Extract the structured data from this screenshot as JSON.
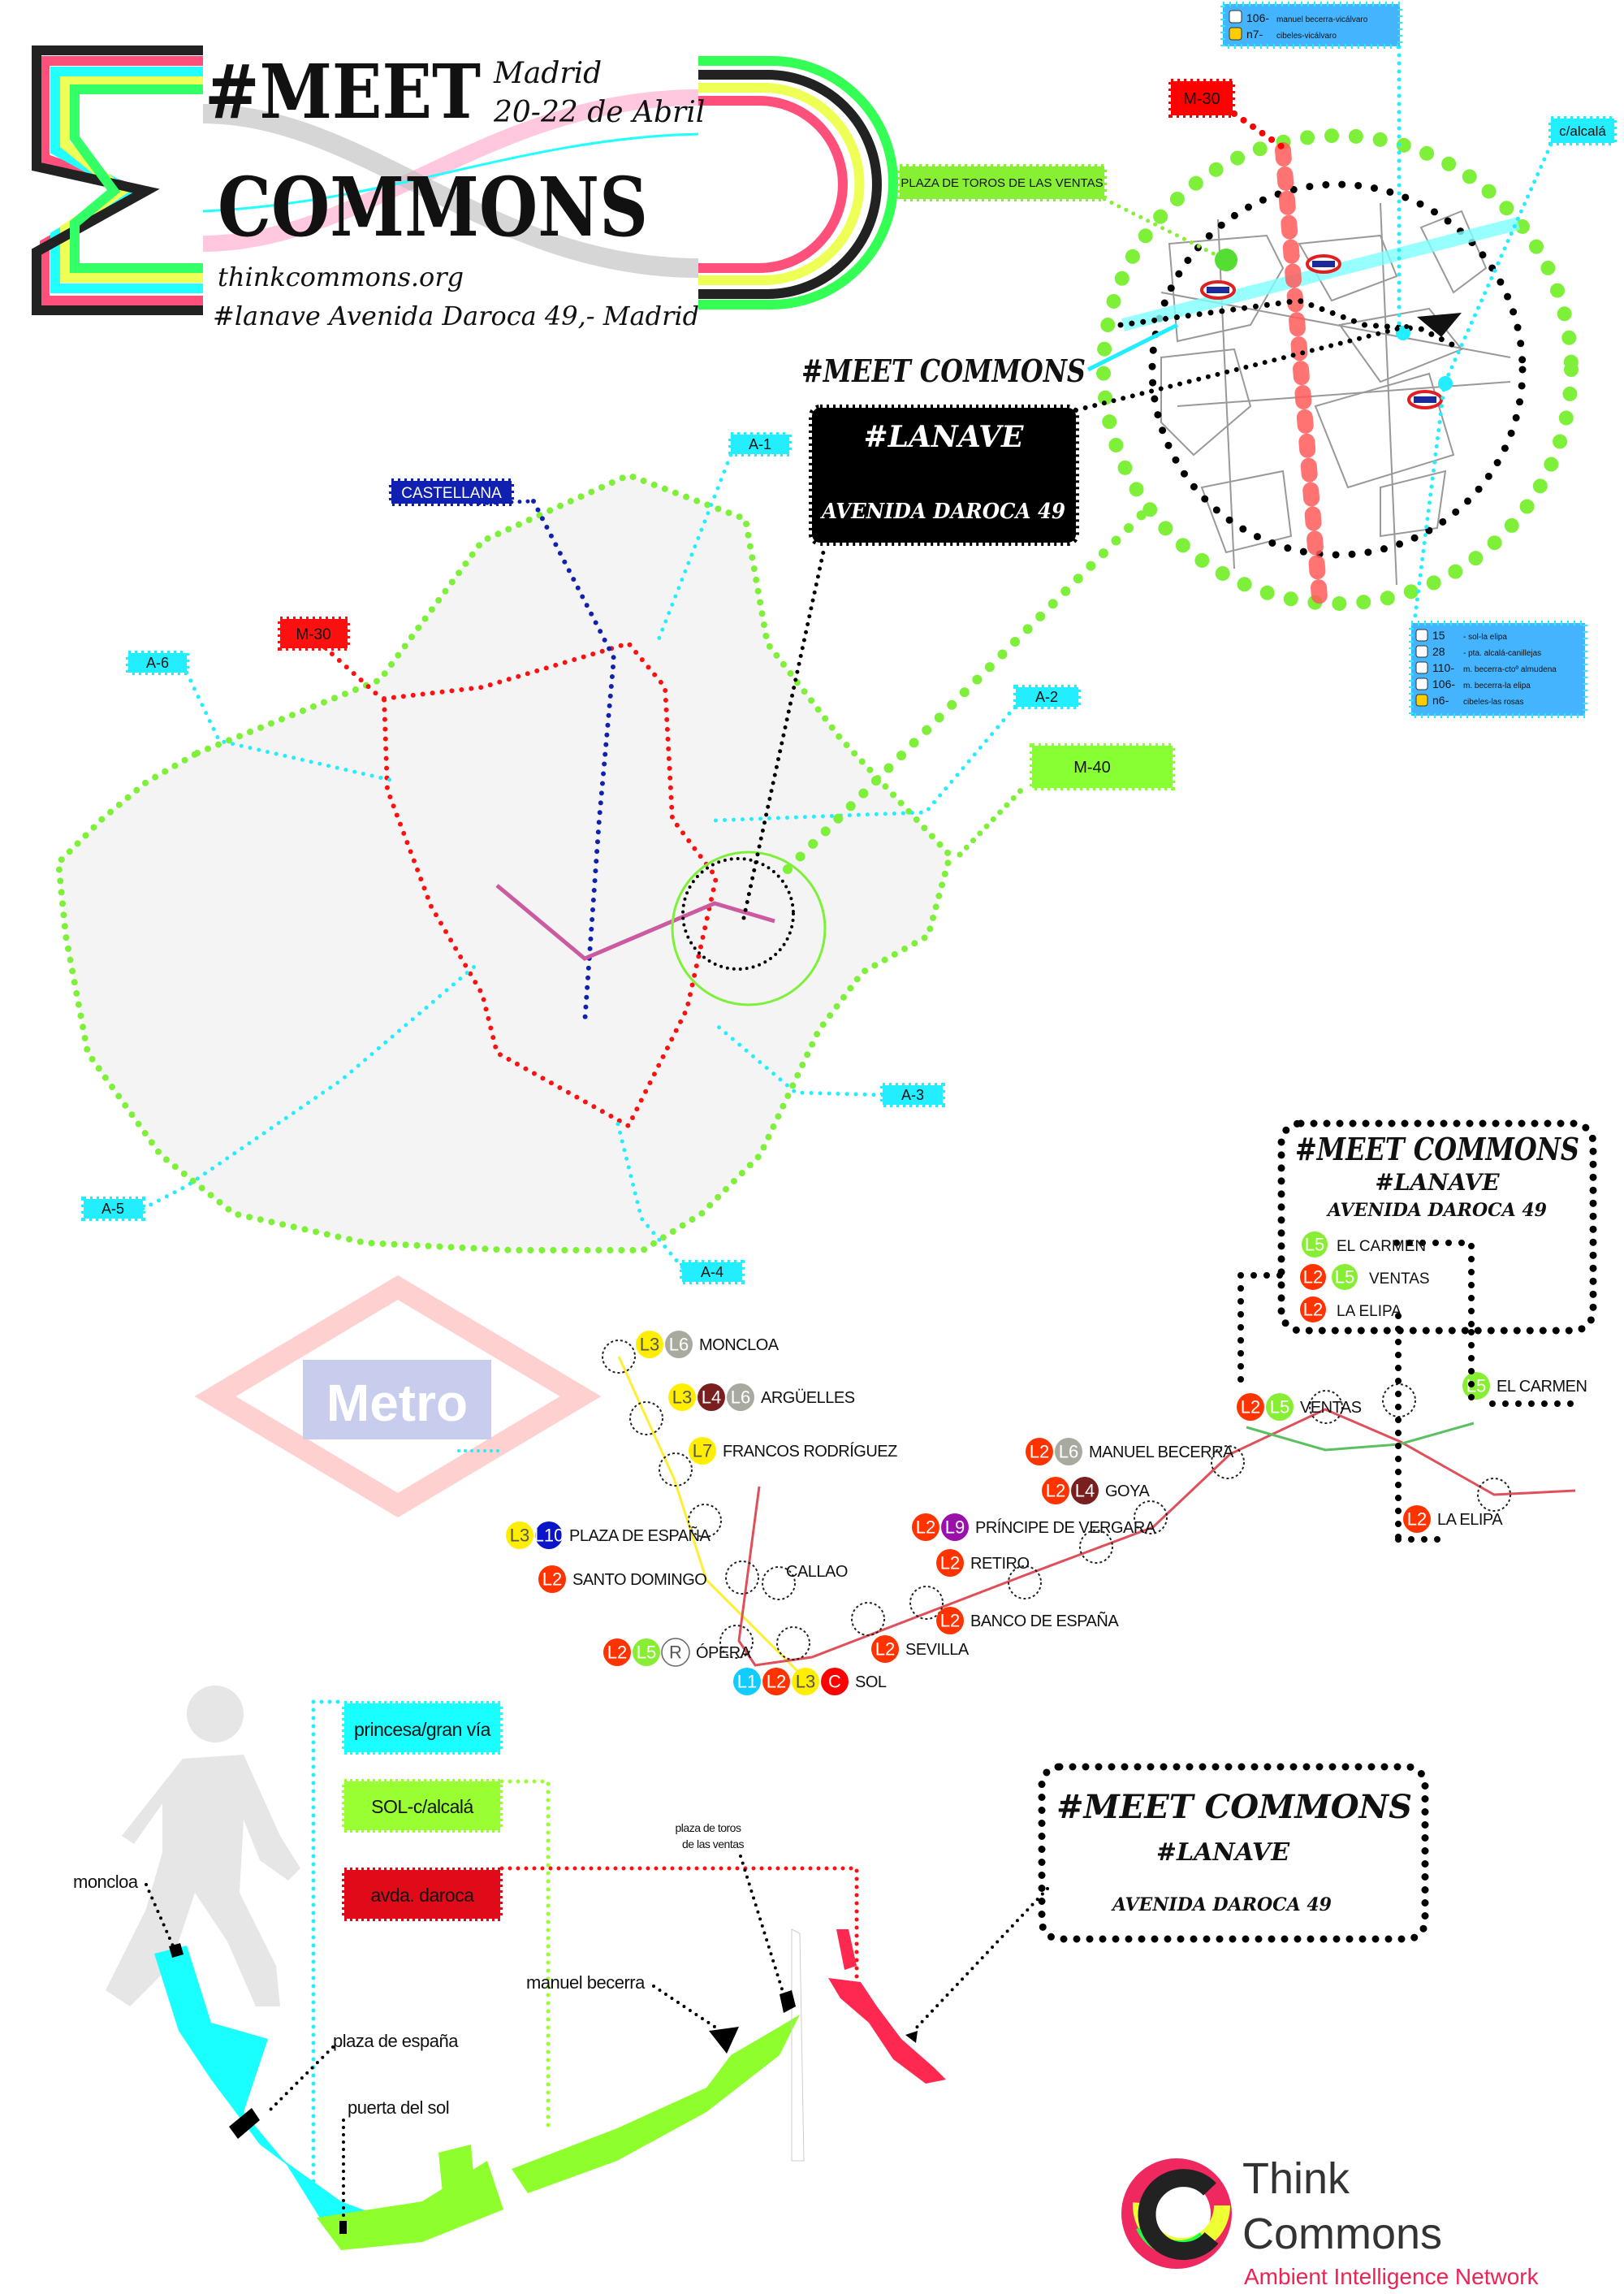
{
  "header": {
    "title_line1": "#MEET",
    "title_line2": "COMMONS",
    "city": "Madrid",
    "dates": "20-22 de Abril",
    "website": "thinkcommons.org",
    "address": "#lanave Avenida Daroca 49,- Madrid"
  },
  "detail_map": {
    "bus_top": [
      {
        "icon": "bus-icon",
        "number": "106-",
        "route": "manuel becerra-vicálvaro"
      },
      {
        "icon": "night-bus-icon",
        "number": "n7-",
        "route": "cibeles-vicálvaro"
      }
    ],
    "m30_label": "M-30",
    "plaza_toros_label": "PLAZA DE TOROS DE LAS VENTAS",
    "alcala_label": "c/alcalá",
    "meet_commons_label": "#MEET COMMONS",
    "venue_box": {
      "title": "#LANAVE",
      "address": "AVENIDA DAROCA 49"
    },
    "bus_bottom": [
      {
        "icon": "bus-icon",
        "number": "15",
        "route": "- sol-la elipa"
      },
      {
        "icon": "bus-icon",
        "number": "28",
        "route": "- pta. alcalá-canillejas"
      },
      {
        "icon": "bus-icon",
        "number": "110-",
        "route": "m. becerra-ctoº almudena"
      },
      {
        "icon": "bus-icon",
        "number": "106-",
        "route": "m. becerra-la elipa"
      },
      {
        "icon": "night-bus-icon",
        "number": "n6-",
        "route": "cibeles-las rosas"
      }
    ]
  },
  "city_map": {
    "roads": [
      {
        "label": "CASTELLANA",
        "color": "#1020b0"
      },
      {
        "label": "A-1",
        "color": "#22eeff"
      },
      {
        "label": "M-30",
        "color": "#ff1010"
      },
      {
        "label": "A-6",
        "color": "#22eeff"
      },
      {
        "label": "A-2",
        "color": "#22eeff"
      },
      {
        "label": "M-40",
        "color": "#88ff33"
      },
      {
        "label": "A-3",
        "color": "#22eeff"
      },
      {
        "label": "A-5",
        "color": "#22eeff"
      },
      {
        "label": "A-4",
        "color": "#22eeff"
      }
    ]
  },
  "metro": {
    "logo_text": "Metro",
    "info_box": {
      "title": "#MEET COMMONS",
      "subtitle": "#LANAVE",
      "address": "AVENIDA DAROCA 49",
      "stations": [
        {
          "lines": [
            "L5"
          ],
          "name": "EL CARMEN"
        },
        {
          "lines": [
            "L2",
            "L5"
          ],
          "name": "VENTAS"
        },
        {
          "lines": [
            "L2"
          ],
          "name": "LA ELIPA"
        }
      ]
    },
    "line_colors": {
      "L1": "#11ccff",
      "L2": "#ff3300",
      "L3": "#ffee00",
      "L4": "#7a1f1f",
      "L5": "#88ee33",
      "L6": "#a8aaa0",
      "L7": "#ffee00",
      "L9": "#9911aa",
      "L10": "#0a14c8",
      "R": "#ffffff",
      "C": "#ff0000"
    },
    "stations": [
      {
        "name": "MONCLOA",
        "lines": [
          "L3",
          "L6"
        ]
      },
      {
        "name": "ARGÜELLES",
        "lines": [
          "L3",
          "L4",
          "L6"
        ]
      },
      {
        "name": "FRANCOS RODRÍGUEZ",
        "lines": [
          "L7"
        ]
      },
      {
        "name": "PLAZA DE ESPAÑA",
        "lines": [
          "L3",
          "L10"
        ]
      },
      {
        "name": "SANTO DOMINGO",
        "lines": [
          "L2"
        ]
      },
      {
        "name": "CALLAO",
        "lines": []
      },
      {
        "name": "ÓPERA",
        "lines": [
          "L2",
          "L5",
          "R"
        ]
      },
      {
        "name": "SOL",
        "lines": [
          "L1",
          "L2",
          "L3",
          "C"
        ]
      },
      {
        "name": "SEVILLA",
        "lines": [
          "L2"
        ]
      },
      {
        "name": "BANCO DE ESPAÑA",
        "lines": [
          "L2"
        ]
      },
      {
        "name": "RETIRO",
        "lines": [
          "L2"
        ]
      },
      {
        "name": "PRÍNCIPE DE VERGARA",
        "lines": [
          "L2",
          "L9"
        ]
      },
      {
        "name": "GOYA",
        "lines": [
          "L2",
          "L4"
        ]
      },
      {
        "name": "MANUEL BECERRA",
        "lines": [
          "L2",
          "L6"
        ]
      },
      {
        "name": "VENTAS",
        "lines": [
          "L2",
          "L5"
        ]
      },
      {
        "name": "LA ELIPA",
        "lines": [
          "L2"
        ]
      },
      {
        "name": "EL CARMEN",
        "lines": [
          "L5"
        ]
      }
    ]
  },
  "walking": {
    "legend": [
      {
        "label": "princesa/gran vía",
        "color": "#19ffff"
      },
      {
        "label": "SOL-c/alcalá",
        "color": "#99ff33"
      },
      {
        "label": "avda. daroca",
        "color": "#e00a18"
      }
    ],
    "places": {
      "moncloa": "moncloa",
      "plaza_espana": "plaza de españa",
      "puerta_sol": "puerta del sol",
      "manuel_becerra": "manuel becerra",
      "plaza_toros_1": "plaza de toros",
      "plaza_toros_2": "de las ventas"
    },
    "box": {
      "title": "#MEET COMMONS",
      "subtitle": "#LANAVE",
      "address": "AVENIDA DAROCA 49"
    }
  },
  "footer_logo": {
    "line1": "Think",
    "line2": "Commons",
    "tagline": "Ambient Intelligence Network"
  }
}
